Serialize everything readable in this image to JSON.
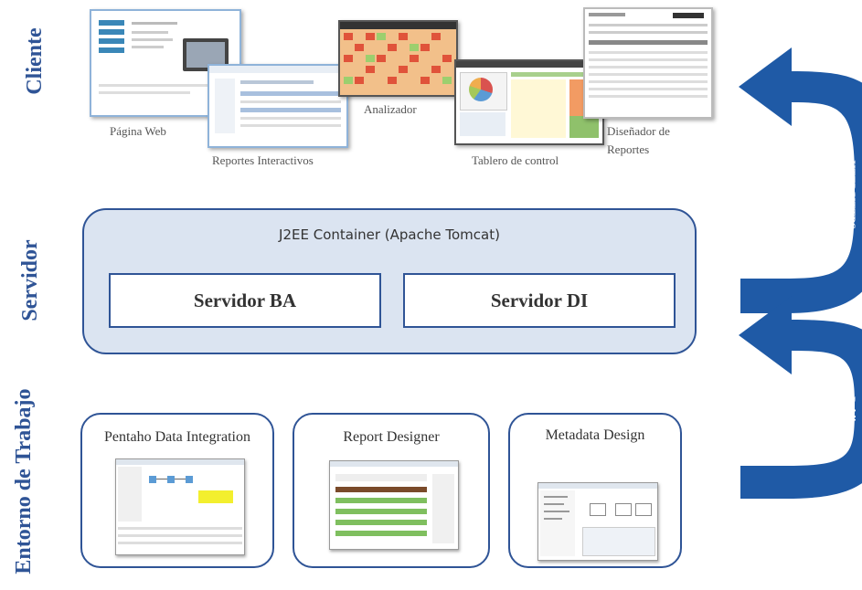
{
  "rows": {
    "cliente": "Cliente",
    "servidor": "Servidor",
    "entorno": "Entorno de Trabajo"
  },
  "client_apps": [
    {
      "caption": "Página Web"
    },
    {
      "caption": "Reportes Interactivos"
    },
    {
      "caption": "Analizador"
    },
    {
      "caption": "Tablero de control"
    },
    {
      "caption": "Diseñador de Reportes"
    }
  ],
  "server": {
    "container_title": "J2EE Container (Apache Tomcat)",
    "ba_server": "Servidor BA",
    "di_server": "Servidor DI"
  },
  "tools": [
    {
      "title": "Pentaho Data Integration"
    },
    {
      "title": "Report Designer"
    },
    {
      "title": "Metadata Design"
    }
  ],
  "arrows": {
    "top": "HTTP/HTTPS",
    "bottom": "Publicar"
  },
  "colors": {
    "accent": "#2f5496",
    "arrow": "#1f5aa6",
    "container_fill": "#dbe4f1"
  }
}
